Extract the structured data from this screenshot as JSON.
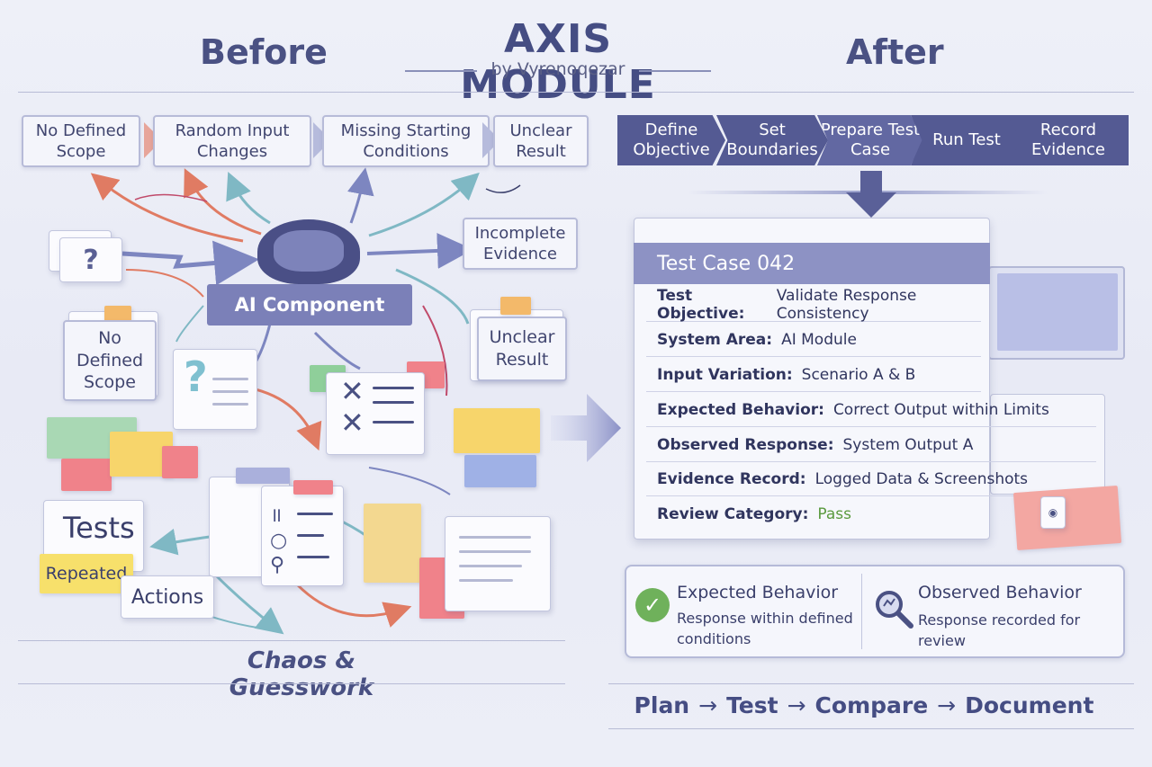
{
  "header": {
    "before": "Before",
    "after": "After",
    "title": "AXIS MODULE",
    "subtitle": "by Vyrenoqezar"
  },
  "before": {
    "top_labels": [
      "No Defined Scope",
      "Random Input Changes",
      "Missing Starting Conditions",
      "Unclear Result"
    ],
    "ai_component": "AI Component",
    "incomplete_evidence": "Incomplete Evidence",
    "no_defined_scope": "No Defined Scope",
    "unclear_result": "Unclear Result",
    "question_mark": "?",
    "tests": "Tests",
    "repeated": "Repeated",
    "actions": "Actions",
    "chaos": "Chaos & Guesswork"
  },
  "after": {
    "steps": [
      "Define Objective",
      "Set Boundaries",
      "Prepare Test Case",
      "Run Test",
      "Record Evidence"
    ],
    "test_case": {
      "title": "Test Case 042",
      "rows": [
        {
          "key": "Test Objective:",
          "value": "Validate Response Consistency"
        },
        {
          "key": "System Area:",
          "value": "AI Module"
        },
        {
          "key": "Input Variation:",
          "value": "Scenario A & B"
        },
        {
          "key": "Expected Behavior:",
          "value": "Correct Output within Limits"
        },
        {
          "key": "Observed Response:",
          "value": "System Output A"
        },
        {
          "key": "Evidence Record:",
          "value": "Logged Data & Screenshots"
        },
        {
          "key": "Review Category:",
          "value": "Pass"
        }
      ]
    },
    "compare": {
      "expected_title": "Expected Behavior",
      "expected_text": "Response within defined conditions",
      "observed_title": "Observed Behavior",
      "observed_text": "Response recorded for review"
    },
    "flow": [
      "Plan",
      "Test",
      "Compare",
      "Document"
    ],
    "flow_arrow": "→"
  },
  "colors": {
    "accent": "#4a5183",
    "step_fill": "#545a93",
    "pass_green": "#5a9a3e"
  }
}
